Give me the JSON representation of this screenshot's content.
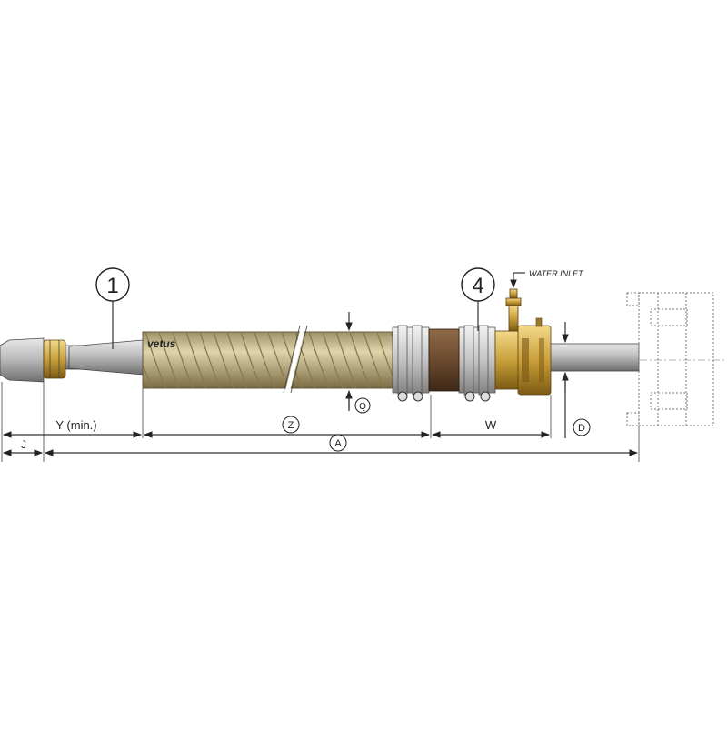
{
  "callouts": {
    "part_1": "1",
    "part_4": "4"
  },
  "labels": {
    "water_inlet": "WATER INLET",
    "brand": "vetus"
  },
  "dimensions": {
    "j": "J",
    "y_min": "Y (min.)",
    "z": "Z",
    "a": "A",
    "w": "W",
    "d": "D",
    "q": "Q"
  },
  "colors": {
    "shaft": "#a9a9a9",
    "hose": "#cbbd8f",
    "hose_stripe": "#8a7a4c",
    "brass": "#c8a23a",
    "rubber": "#6b4a2e",
    "clamp": "#c9c9c9"
  }
}
